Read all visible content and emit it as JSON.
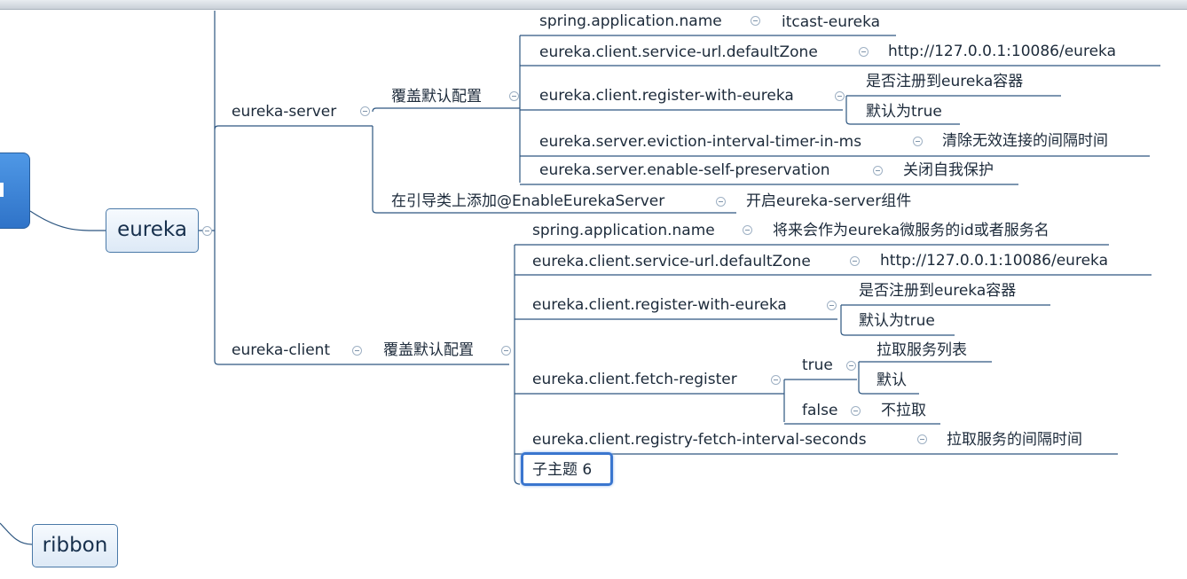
{
  "root": {
    "label": ""
  },
  "eureka": {
    "label": "eureka",
    "ribbon": "ribbon"
  },
  "server": {
    "label": "eureka-server",
    "override": "覆盖默认配置",
    "props": [
      {
        "key": "spring.application.name",
        "value": "itcast-eureka"
      },
      {
        "key": "eureka.client.service-url.defaultZone",
        "value": "http://127.0.0.1:10086/eureka"
      },
      {
        "key": "eureka.client.register-with-eureka",
        "values": [
          "是否注册到eureka容器",
          "默认为true"
        ]
      },
      {
        "key": "eureka.server.eviction-interval-timer-in-ms",
        "value": "清除无效连接的间隔时间"
      },
      {
        "key": "eureka.server.enable-self-preservation",
        "value": "关闭自我保护"
      }
    ],
    "enable_key": "在引导类上添加@EnableEurekaServer",
    "enable_value": "开启eureka-server组件"
  },
  "client": {
    "label": "eureka-client",
    "override": "覆盖默认配置",
    "props": [
      {
        "key": "spring.application.name",
        "value": "将来会作为eureka微服务的id或者服务名"
      },
      {
        "key": "eureka.client.service-url.defaultZone",
        "value": "http://127.0.0.1:10086/eureka"
      },
      {
        "key": "eureka.client.register-with-eureka",
        "values": [
          "是否注册到eureka容器",
          "默认为true"
        ]
      },
      {
        "key": "eureka.client.fetch-register",
        "true_label": "true",
        "true_values": [
          "拉取服务列表",
          "默认"
        ],
        "false_label": "false",
        "false_value": "不拉取"
      },
      {
        "key": "eureka.client.registry-fetch-interval-seconds",
        "value": "拉取服务的间隔时间"
      }
    ],
    "subtopic": "子主题 6"
  }
}
